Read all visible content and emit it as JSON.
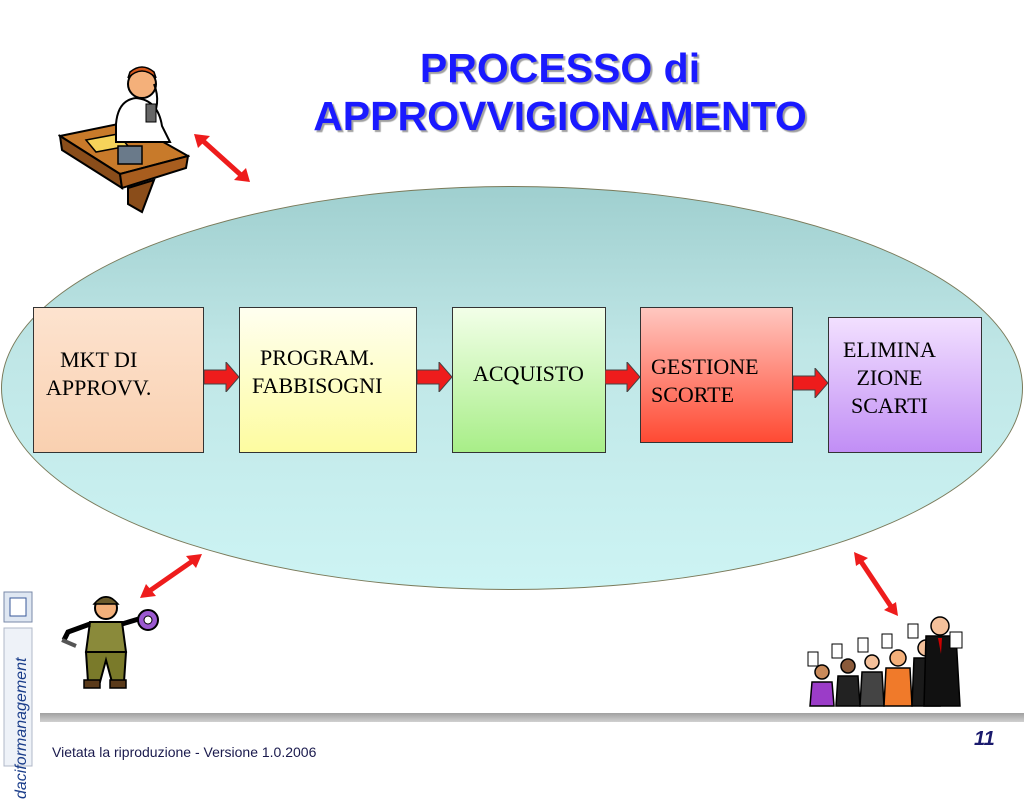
{
  "slide": {
    "title_line1": "PROCESSO di",
    "title_line2": "APPROVVIGIONAMENTO",
    "steps": [
      {
        "label": "MKT DI\nAPPROVV."
      },
      {
        "label": "PROGRAM.\nFABBISOGNI"
      },
      {
        "label": "ACQUISTO"
      },
      {
        "label": "GESTIONE\nSCORTE"
      },
      {
        "label": "ELIMINA\nZIONE\nSCARTI"
      }
    ],
    "footer": "Vietata la riproduzione  - Versione 1.0.2006",
    "page_number": "11",
    "logo_text": "daciformanagement"
  },
  "colors": {
    "title": "#1a1aff",
    "arrow": "#ee1c1c",
    "box1": "#f9d0b0",
    "box2": "#fdfca0",
    "box3": "#a8ee88",
    "box4": "#ff4a33",
    "box5": "#c18ef5"
  }
}
